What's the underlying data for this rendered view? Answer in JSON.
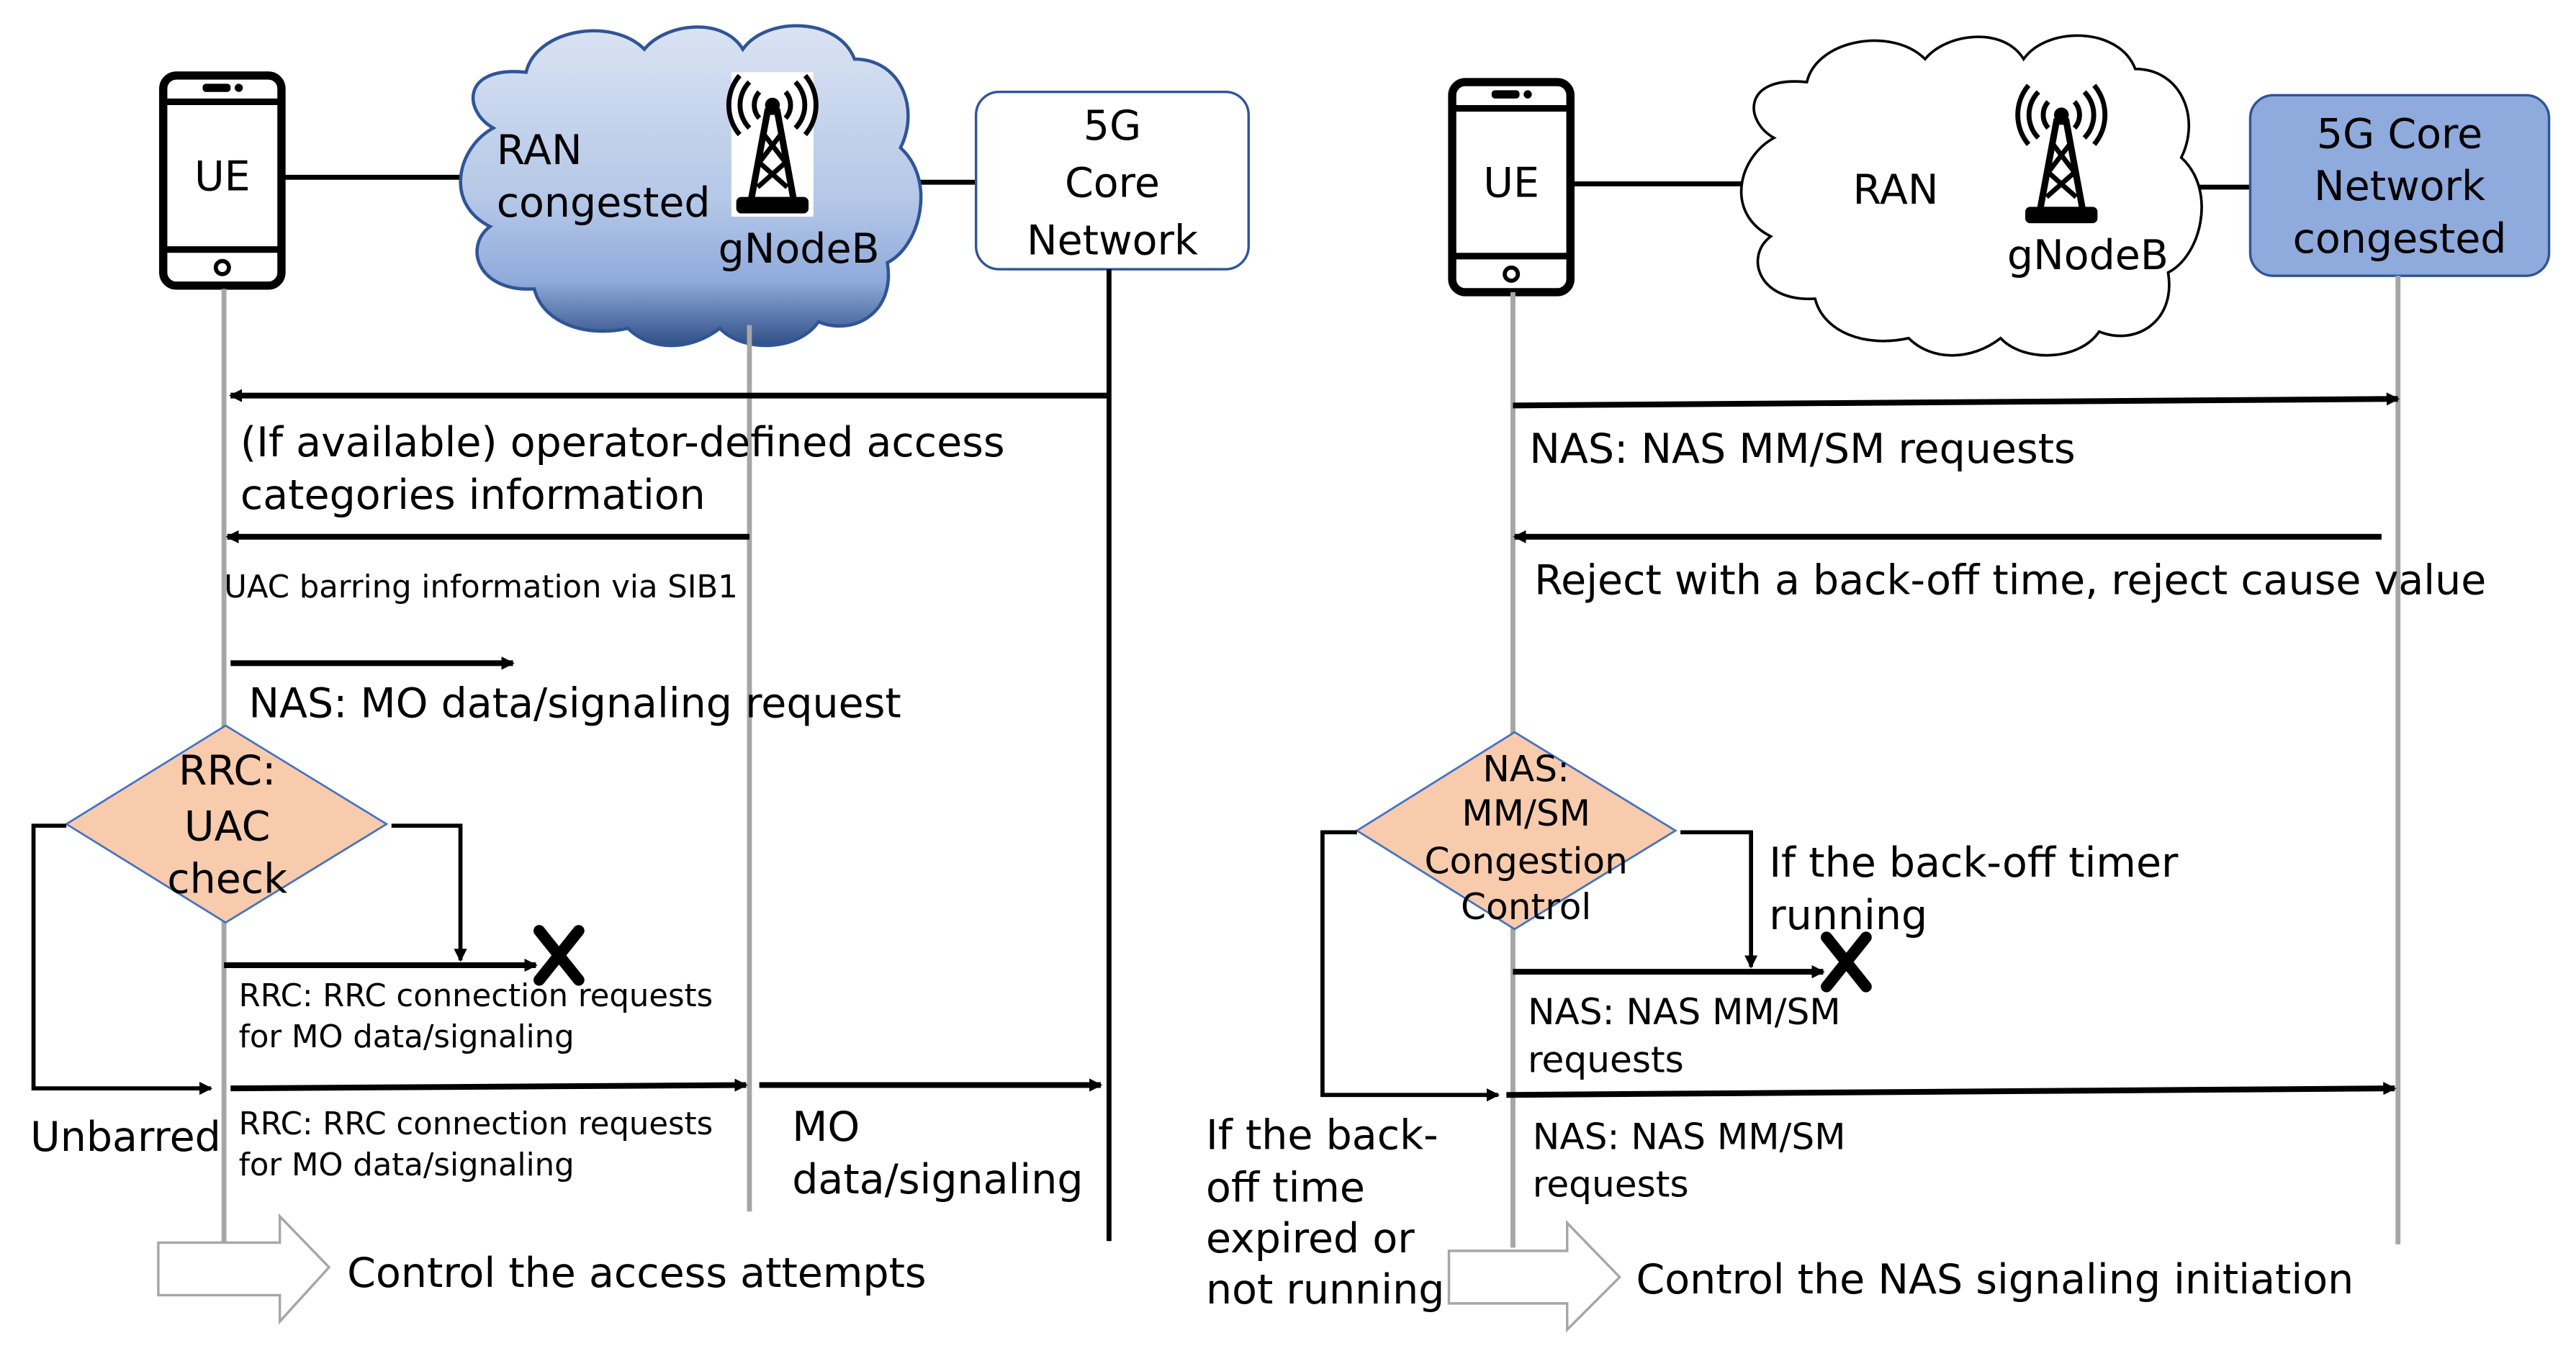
{
  "left_panel": {
    "ue_label": "UE",
    "ran_label_1": "RAN",
    "ran_label_2": "congested",
    "gnodeb_label": "gNodeB",
    "core_label": [
      "5G",
      "Core",
      "Network"
    ],
    "messages": {
      "m1": [
        "(If available) operator-defined access",
        "categories information"
      ],
      "m2": "UAC barring information via SIB1",
      "m3": "NAS: MO data/signaling request",
      "m4": [
        "RRC: RRC connection requests",
        "for MO data/signaling"
      ],
      "m5": [
        "RRC: RRC connection requests",
        "for MO data/signaling"
      ],
      "m6": [
        "MO",
        "data/signaling"
      ]
    },
    "decision": [
      "RRC:",
      "UAC",
      "check"
    ],
    "unbarred_label": "Unbarred",
    "summary": "Control the access attempts"
  },
  "right_panel": {
    "ue_label": "UE",
    "ran_label": "RAN",
    "gnodeb_label": "gNodeB",
    "core_label": [
      "5G Core",
      "Network",
      "congested"
    ],
    "messages": {
      "m1": "NAS: NAS MM/SM requests",
      "m2": "Reject with a back-off time, reject cause value",
      "m3": [
        "NAS: NAS MM/SM",
        "requests"
      ],
      "m4": [
        "NAS: NAS MM/SM",
        "requests"
      ]
    },
    "decision": [
      "NAS:",
      "MM/SM",
      "Congestion",
      "Control"
    ],
    "timer_running": [
      "If the back-off timer",
      "running"
    ],
    "timer_expired": [
      "If the back-",
      "off time",
      "expired or",
      "not running"
    ],
    "summary": "Control the NAS signaling initiation"
  },
  "colors": {
    "cloud_top": "#dae3f3",
    "cloud_bottom": "#2f4f86",
    "cloud_stroke": "#2f5597",
    "core_fill_congested": "#8faadc",
    "decision_fill": "#f8cbad",
    "decision_stroke": "#4472c4"
  }
}
